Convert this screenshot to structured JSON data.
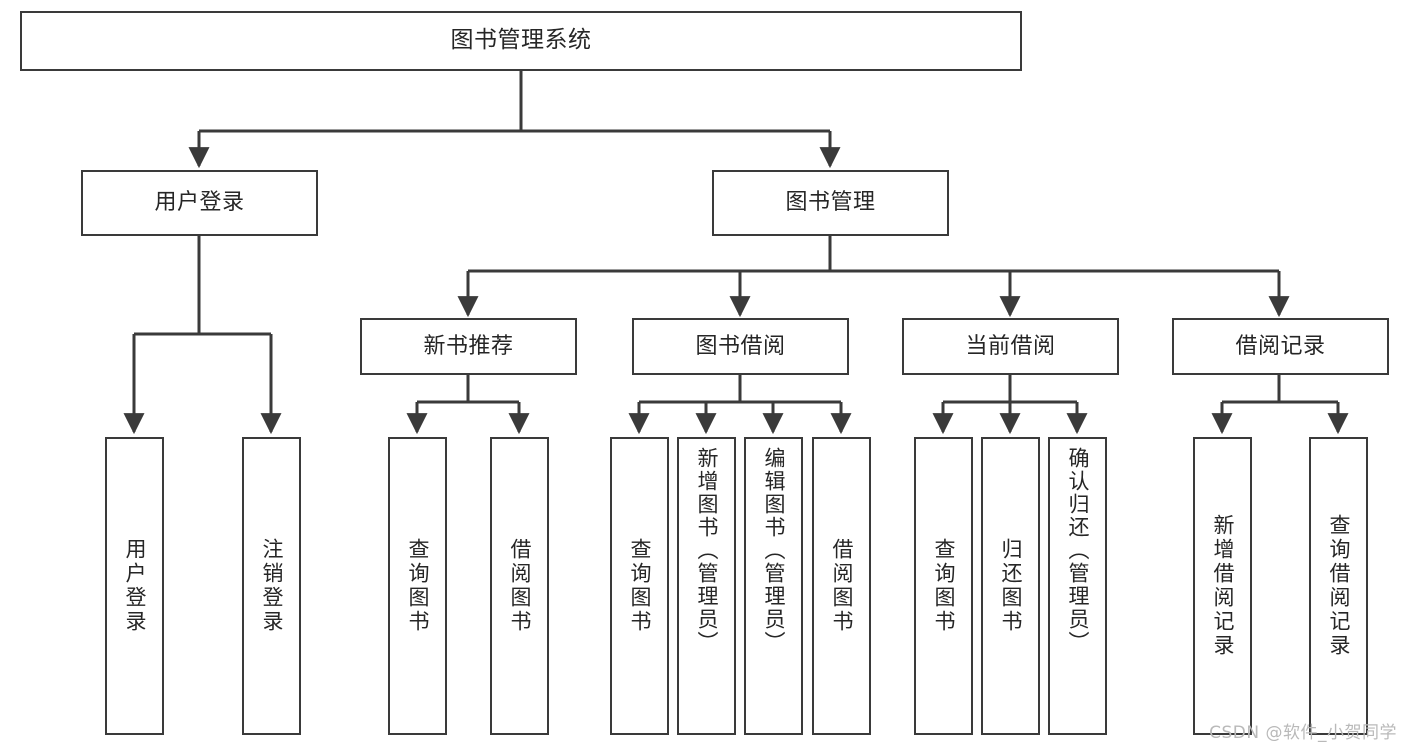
{
  "diagram": {
    "title": "图书管理系统",
    "type": "tree",
    "watermark": "CSDN @软件_小贺同学",
    "style": {
      "background": "#ffffff",
      "box_border": "#3a3a3a",
      "box_fill": "#ffffff",
      "text_color": "#262626",
      "edge_color": "#3a3a3a",
      "watermark_color": "#b9b9b9"
    },
    "nodes": {
      "root": {
        "label": "图书管理系统"
      },
      "level2": [
        {
          "id": "user-login",
          "label": "用户登录"
        },
        {
          "id": "book-manage",
          "label": "图书管理"
        }
      ],
      "level3": [
        {
          "id": "new-book-rec",
          "label": "新书推荐"
        },
        {
          "id": "book-borrow",
          "label": "图书借阅"
        },
        {
          "id": "current-borrow",
          "label": "当前借阅"
        },
        {
          "id": "borrow-record",
          "label": "借阅记录"
        }
      ],
      "leaves": {
        "user_login": [
          {
            "id": "leaf-user-login",
            "label": "用户登录"
          },
          {
            "id": "leaf-user-logout",
            "label": "注销登录"
          }
        ],
        "new_book_rec": [
          {
            "id": "leaf-query-book-1",
            "label": "查询图书"
          },
          {
            "id": "leaf-borrow-book-1",
            "label": "借阅图书"
          }
        ],
        "book_borrow": [
          {
            "id": "leaf-query-book-2",
            "label": "查询图书"
          },
          {
            "id": "leaf-add-book",
            "label": "新增图书（管理员）"
          },
          {
            "id": "leaf-edit-book",
            "label": "编辑图书（管理员）"
          },
          {
            "id": "leaf-borrow-book-2",
            "label": "借阅图书"
          }
        ],
        "current_borrow": [
          {
            "id": "leaf-query-book-3",
            "label": "查询图书"
          },
          {
            "id": "leaf-return-book",
            "label": "归还图书"
          },
          {
            "id": "leaf-confirm-return",
            "label": "确认归还（管理员）"
          }
        ],
        "borrow_record": [
          {
            "id": "leaf-add-record",
            "label": "新增借阅记录"
          },
          {
            "id": "leaf-query-record",
            "label": "查询借阅记录"
          }
        ]
      }
    }
  }
}
